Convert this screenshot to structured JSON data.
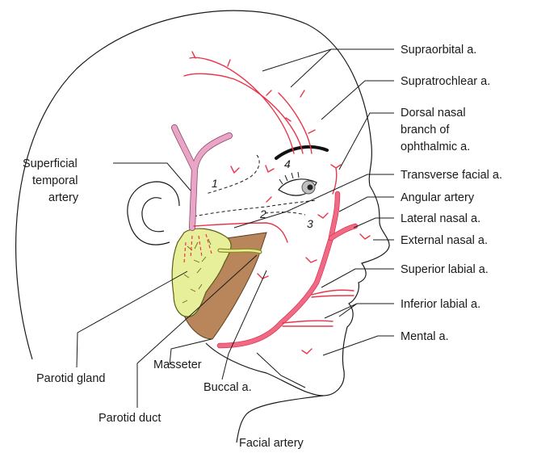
{
  "labels": {
    "supraorbital": "Supraorbital a.",
    "supratrochlear": "Supratrochlear a.",
    "dorsal_nasal_1": "Dorsal nasal",
    "dorsal_nasal_2": "branch of",
    "dorsal_nasal_3": "ophthalmic a.",
    "superficial_temporal_1": "Superficial",
    "superficial_temporal_2": "temporal",
    "superficial_temporal_3": "artery",
    "transverse_facial": "Transverse facial a.",
    "angular": "Angular artery",
    "lateral_nasal": "Lateral nasal a.",
    "external_nasal": "External nasal a.",
    "superior_labial": "Superior labial a.",
    "inferior_labial": "Inferior labial a.",
    "mental": "Mental a.",
    "parotid_gland": "Parotid gland",
    "masseter": "Masseter",
    "buccal": "Buccal a.",
    "parotid_duct": "Parotid duct",
    "facial_artery": "Facial artery"
  },
  "numbers": {
    "n1": "1",
    "n2": "2",
    "n3": "3",
    "n4": "4"
  },
  "colors": {
    "artery": "#e8364a",
    "temporal_artery": "#e9a5c6",
    "parotid": "#e8ef9a",
    "masseter": "#b8865a",
    "outline": "#1a1a1a"
  }
}
